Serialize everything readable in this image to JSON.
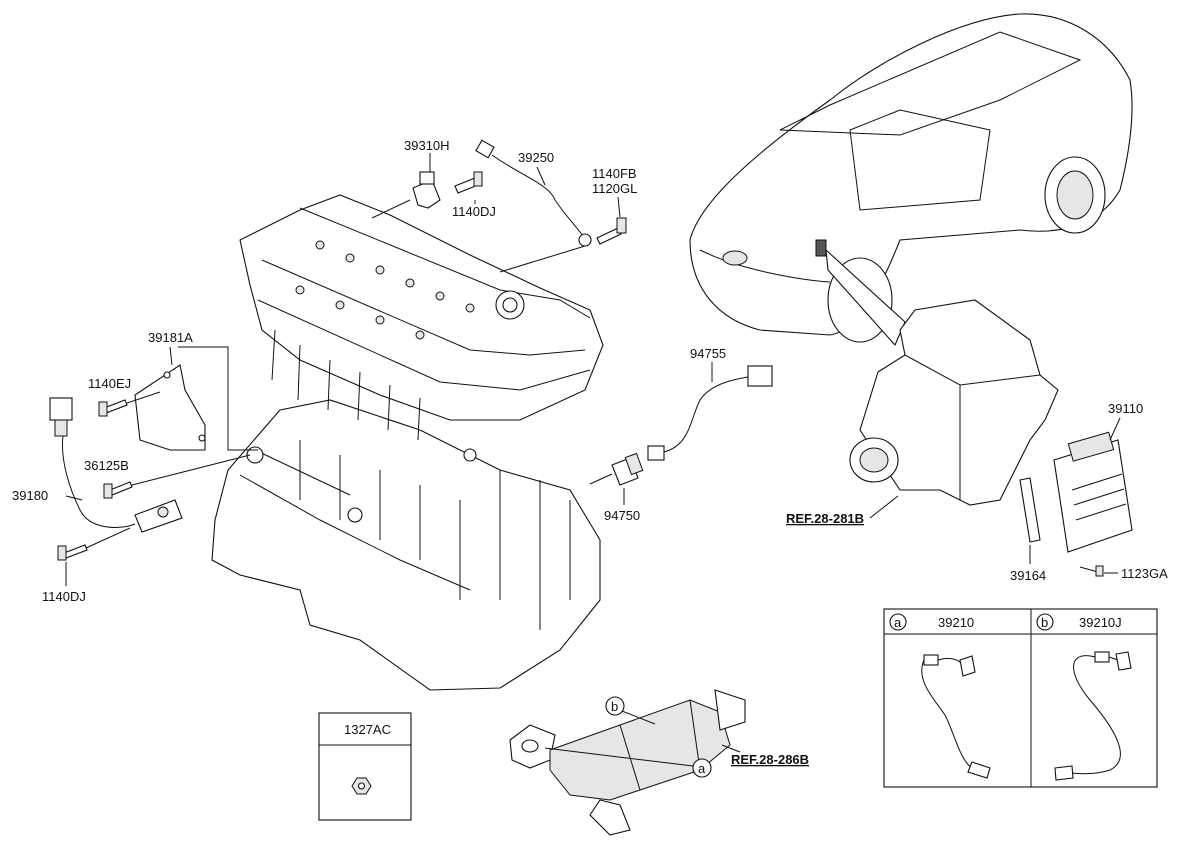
{
  "diagram": {
    "labels": {
      "p39310H": "39310H",
      "p39250": "39250",
      "p1140FB": "1140FB",
      "p1120GL": "1120GL",
      "p1140DJ_top": "1140DJ",
      "p39181A": "39181A",
      "p1140EJ": "1140EJ",
      "p36125B": "36125B",
      "p39180": "39180",
      "p1140DJ_left": "1140DJ",
      "p94755": "94755",
      "p94750": "94750",
      "p39110": "39110",
      "ref_281B": "REF.28-281B",
      "p39164": "39164",
      "p1123GA": "1123GA",
      "p1327AC": "1327AC",
      "ref_286B": "REF.28-286B",
      "callout_a": "a",
      "callout_b": "b"
    },
    "legend": {
      "a_letter": "a",
      "a_part": "39210",
      "b_letter": "b",
      "b_part": "39210J"
    }
  }
}
